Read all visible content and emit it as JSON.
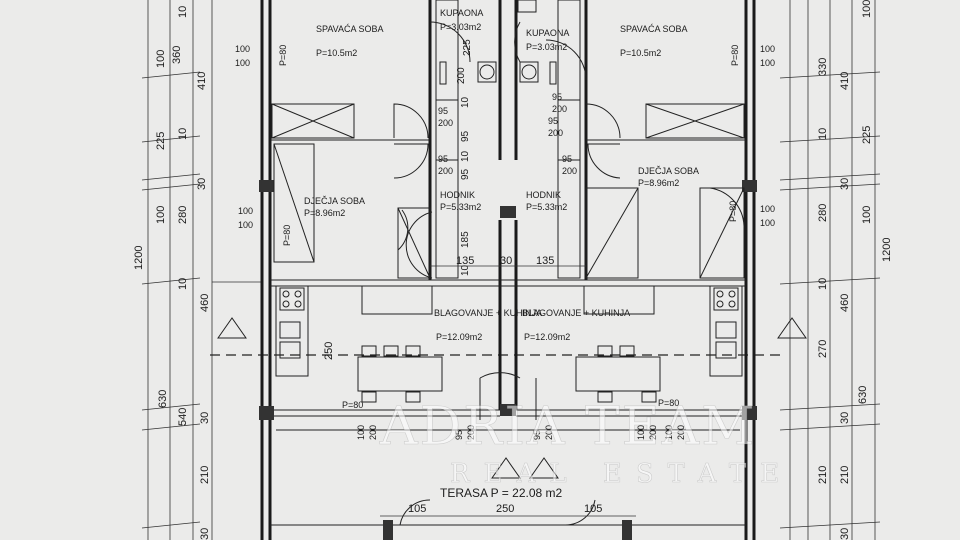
{
  "rooms": {
    "bed_left": {
      "name": "SPAVAĆA SOBA",
      "area": "P=10.5m2"
    },
    "bath_left": {
      "name": "KUPAONA",
      "area": "P=3.03m2"
    },
    "bath_right": {
      "name": "KUPAONA",
      "area": "P=3.03m2"
    },
    "bed_right": {
      "name": "SPAVAĆA SOBA",
      "area": "P=10.5m2"
    },
    "kid_left": {
      "name": "DJEČJA SOBA",
      "area": "P=8.96m2"
    },
    "kid_right": {
      "name": "DJEČJA SOBA",
      "area": "P=8.96m2"
    },
    "hall_left": {
      "name": "HODNIK",
      "area": "P=5.33m2"
    },
    "hall_right": {
      "name": "HODNIK",
      "area": "P=5.33m2"
    },
    "dining_left": {
      "name": "BLAGOVANJE + KUHINJA",
      "area": "P=12.09m2"
    },
    "dining_right": {
      "name": "BLAGOVANJE + KUHINJA",
      "area": "P=12.09m2"
    },
    "terrace": {
      "label": "TERASA P = 22.08 m2"
    }
  },
  "door_labels": {
    "p80": "P=80"
  },
  "dims": {
    "left_outer": {
      "total_a": "1200",
      "total_b": "630"
    },
    "left_mid": [
      "360",
      "410",
      "225",
      "30",
      "100",
      "280",
      "460",
      "540",
      "210"
    ],
    "left_inner": [
      "100",
      "10",
      "10",
      "10",
      "30",
      "30"
    ],
    "right_outer": {
      "total_a": "1200",
      "total_b": "630"
    },
    "right_mid": [
      "330",
      "410",
      "225",
      "30",
      "280",
      "460",
      "270",
      "210",
      "210"
    ],
    "right_inner": [
      "100",
      "10",
      "100",
      "10",
      "30",
      "30"
    ],
    "window_dims": [
      "100",
      "100"
    ],
    "bath_vertical": [
      "225",
      "200",
      "10",
      "95",
      "10",
      "95",
      "185",
      "10"
    ],
    "door_95_200": [
      "95",
      "200"
    ],
    "hall_horizontal": [
      "135",
      "30",
      "135"
    ],
    "stair_dims": [
      "100",
      "200",
      "95",
      "200"
    ],
    "kitchen": "250",
    "terrace_dims": [
      "105",
      "250",
      "105"
    ]
  },
  "watermark": {
    "line1": "ADRIA TEAM",
    "line2": "REAL ESTATE"
  }
}
